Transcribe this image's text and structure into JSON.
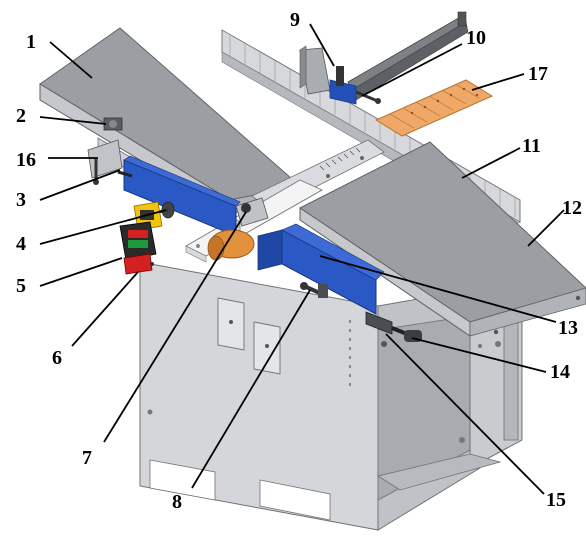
{
  "diagram": {
    "subject": "jointer-planer machine",
    "callouts": [
      {
        "id": "1",
        "label": "1"
      },
      {
        "id": "2",
        "label": "2"
      },
      {
        "id": "3",
        "label": "3"
      },
      {
        "id": "4",
        "label": "4"
      },
      {
        "id": "5",
        "label": "5"
      },
      {
        "id": "6",
        "label": "6"
      },
      {
        "id": "7",
        "label": "7"
      },
      {
        "id": "8",
        "label": "8"
      },
      {
        "id": "9",
        "label": "9"
      },
      {
        "id": "10",
        "label": "10"
      },
      {
        "id": "11",
        "label": "11"
      },
      {
        "id": "12",
        "label": "12"
      },
      {
        "id": "13",
        "label": "13"
      },
      {
        "id": "14",
        "label": "14"
      },
      {
        "id": "15",
        "label": "15"
      },
      {
        "id": "16",
        "label": "16"
      },
      {
        "id": "17",
        "label": "17"
      }
    ],
    "colors": {
      "table_top": "#9b9ea3",
      "table_edge": "#7b7e83",
      "frame": "#d0d2d5",
      "frame_dark": "#a9acb0",
      "guard_blue": "#2350b8",
      "cutter_orange": "#e2923c",
      "fence_gray": "#c4c6ca",
      "switch_red": "#d42020",
      "switch_yellow": "#f2c40e"
    }
  }
}
